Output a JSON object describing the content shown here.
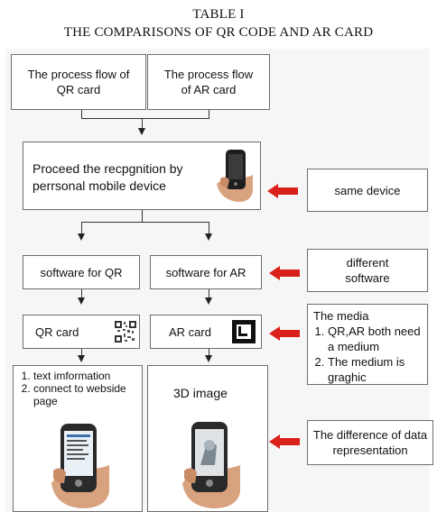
{
  "table": {
    "label": "TABLE I",
    "title": "THE COMPARISONS OF QR CODE AND AR CARD"
  },
  "flow": {
    "qr_process": "The process flow of QR card",
    "ar_process": "The process flow of AR card",
    "recognition": "Proceed the recpgnition by perrsonal mobile device",
    "software_qr": "software for QR",
    "software_ar": "software for AR",
    "qr_card": "QR card",
    "ar_card": "AR card",
    "qr_output_1": "text imformation",
    "qr_output_2": "connect to webside page",
    "ar_output": "3D image"
  },
  "notes": {
    "same_device": "same device",
    "different_software": "different software",
    "media_title": "The media",
    "media_1": "QR,AR both need a medium",
    "media_2": "The medium is graghic",
    "data_rep": "The difference of data representation"
  },
  "colors": {
    "accent_arrow": "#d9201a",
    "box_border": "#6e6e6e"
  }
}
